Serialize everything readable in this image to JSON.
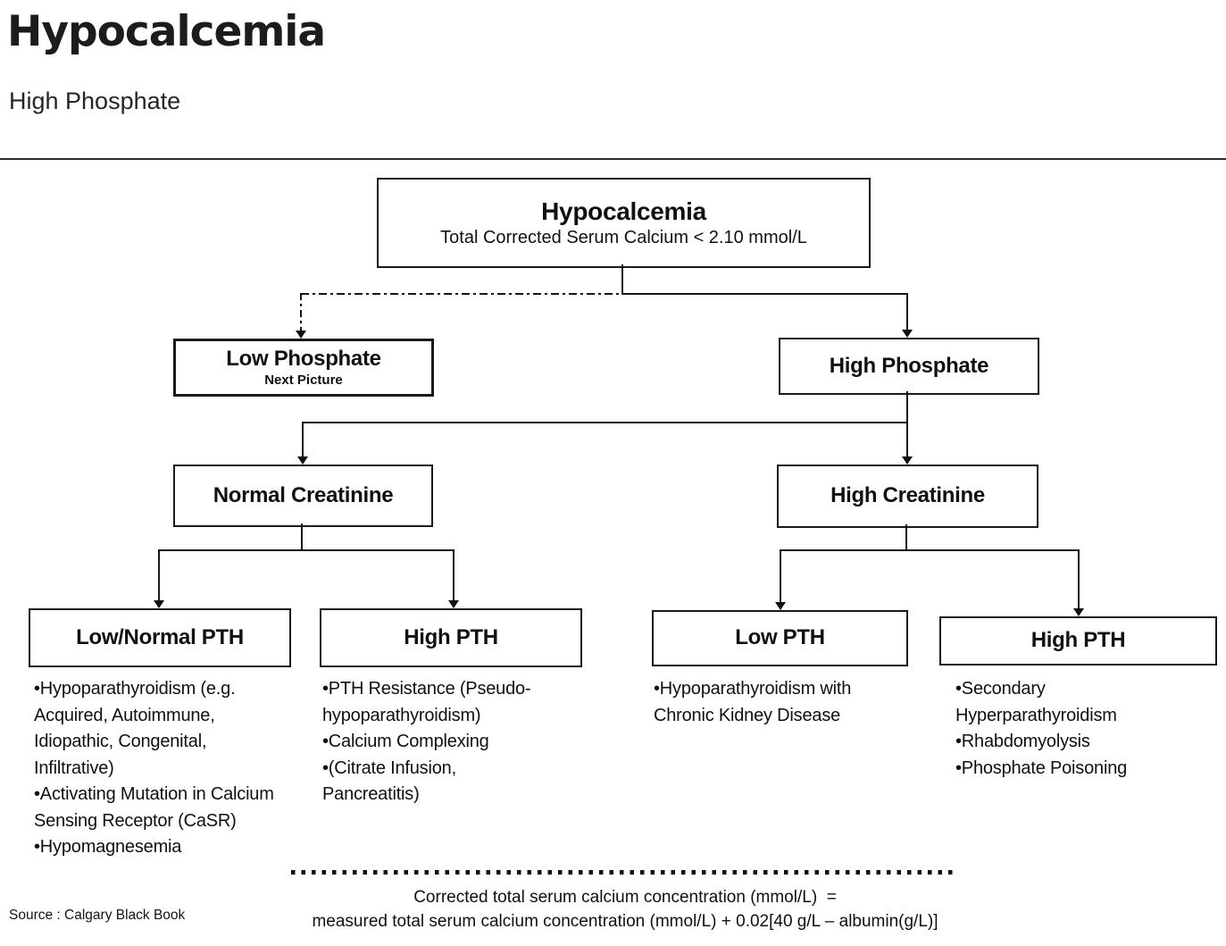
{
  "colors": {
    "ink": "#161616",
    "background": "#ffffff"
  },
  "header": {
    "title": "Hypocalcemia",
    "subtitle": "High Phosphate"
  },
  "flowchart": {
    "root": {
      "title": "Hypocalcemia",
      "subtitle": "Total Corrected Serum Calcium < 2.10 mmol/L"
    },
    "low_phosphate": {
      "title": "Low Phosphate",
      "subtitle": "Next Picture"
    },
    "high_phosphate": {
      "title": "High Phosphate"
    },
    "normal_creatinine": {
      "title": "Normal Creatinine"
    },
    "high_creatinine": {
      "title": "High Creatinine"
    },
    "low_normal_pth": {
      "title": "Low/Normal PTH"
    },
    "high_pth_left": {
      "title": "High PTH"
    },
    "low_pth": {
      "title": "Low PTH"
    },
    "high_pth_right": {
      "title": "High PTH"
    }
  },
  "causes": {
    "low_normal_pth": [
      "•Hypoparathyroidism (e.g. Acquired, Autoimmune, Idiopathic, Congenital, Infiltrative)",
      "•Activating Mutation in Calcium Sensing Receptor (CaSR)",
      "•Hypomagnesemia"
    ],
    "high_pth_left": [
      "•PTH Resistance (Pseudo-hypoparathyroidism)",
      "•Calcium Complexing",
      "•(Citrate Infusion, Pancreatitis)"
    ],
    "low_pth": [
      "•Hypoparathyroidism with Chronic Kidney Disease"
    ],
    "high_pth_right": [
      "•Secondary Hyperparathyroidism",
      "•Rhabdomyolysis",
      "•Phosphate Poisoning"
    ]
  },
  "footnote": {
    "line1": "Corrected total serum calcium concentration (mmol/L)  =",
    "line2": "measured total serum calcium concentration (mmol/L) + 0.02[40 g/L – albumin(g/L)]"
  },
  "source": "Source : Calgary Black Book"
}
